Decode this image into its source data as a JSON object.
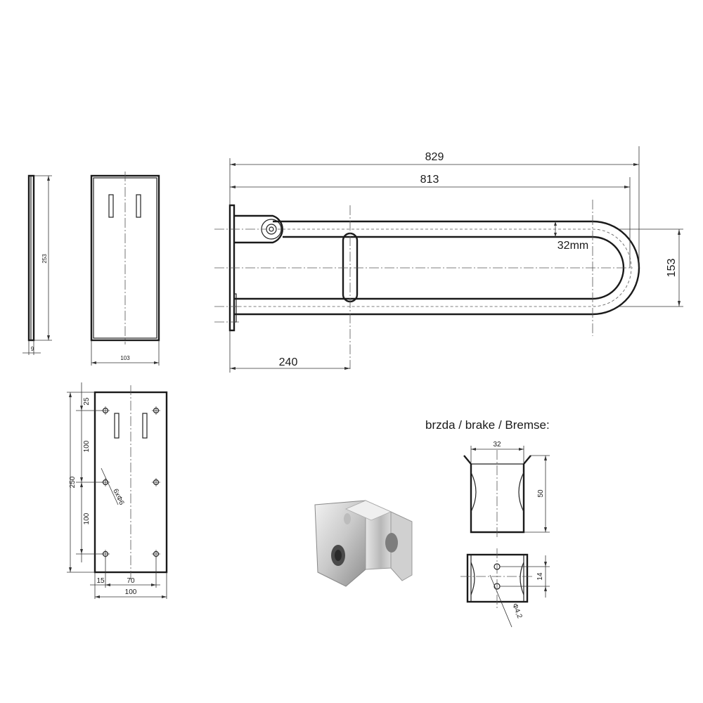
{
  "main_view": {
    "dim_total_length": "829",
    "dim_tube_length": "813",
    "dim_tube_diameter": "32mm",
    "dim_height": "153",
    "dim_support_offset": "240"
  },
  "side_view": {
    "dim_height": "253",
    "dim_thickness": "9"
  },
  "front_view": {
    "dim_width": "103"
  },
  "wall_plate": {
    "dim_top_offset": "25",
    "dim_spacing_upper": "100",
    "dim_total_height": "250",
    "dim_spacing_lower": "100",
    "dim_hole_label": "6xΦ6",
    "dim_side_offset": "15",
    "dim_hole_spacing": "70",
    "dim_width": "100"
  },
  "brake": {
    "title": "brzda / brake / Bremse:",
    "dim_inner_width": "32",
    "dim_height": "50",
    "dim_hole_offset": "14",
    "dim_hole_label": "Φ4,2"
  },
  "colors": {
    "line": "#222222",
    "steel_light": "#dcdcdc",
    "steel_dark": "#9a9a9a"
  }
}
